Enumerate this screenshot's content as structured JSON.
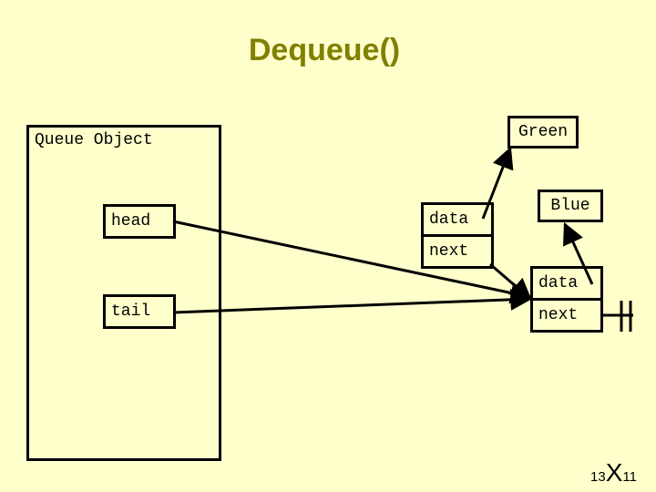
{
  "slide": {
    "title": "Dequeue()",
    "queue_object_label": "Queue Object",
    "head_label": "head",
    "tail_label": "tail"
  },
  "node1": {
    "data_label": "data",
    "next_label": "next",
    "value": "Green"
  },
  "node2": {
    "data_label": "data",
    "next_label": "next",
    "value": "Blue"
  },
  "footer": {
    "page_left": "13",
    "page_mid": "X",
    "page_right": "11"
  }
}
